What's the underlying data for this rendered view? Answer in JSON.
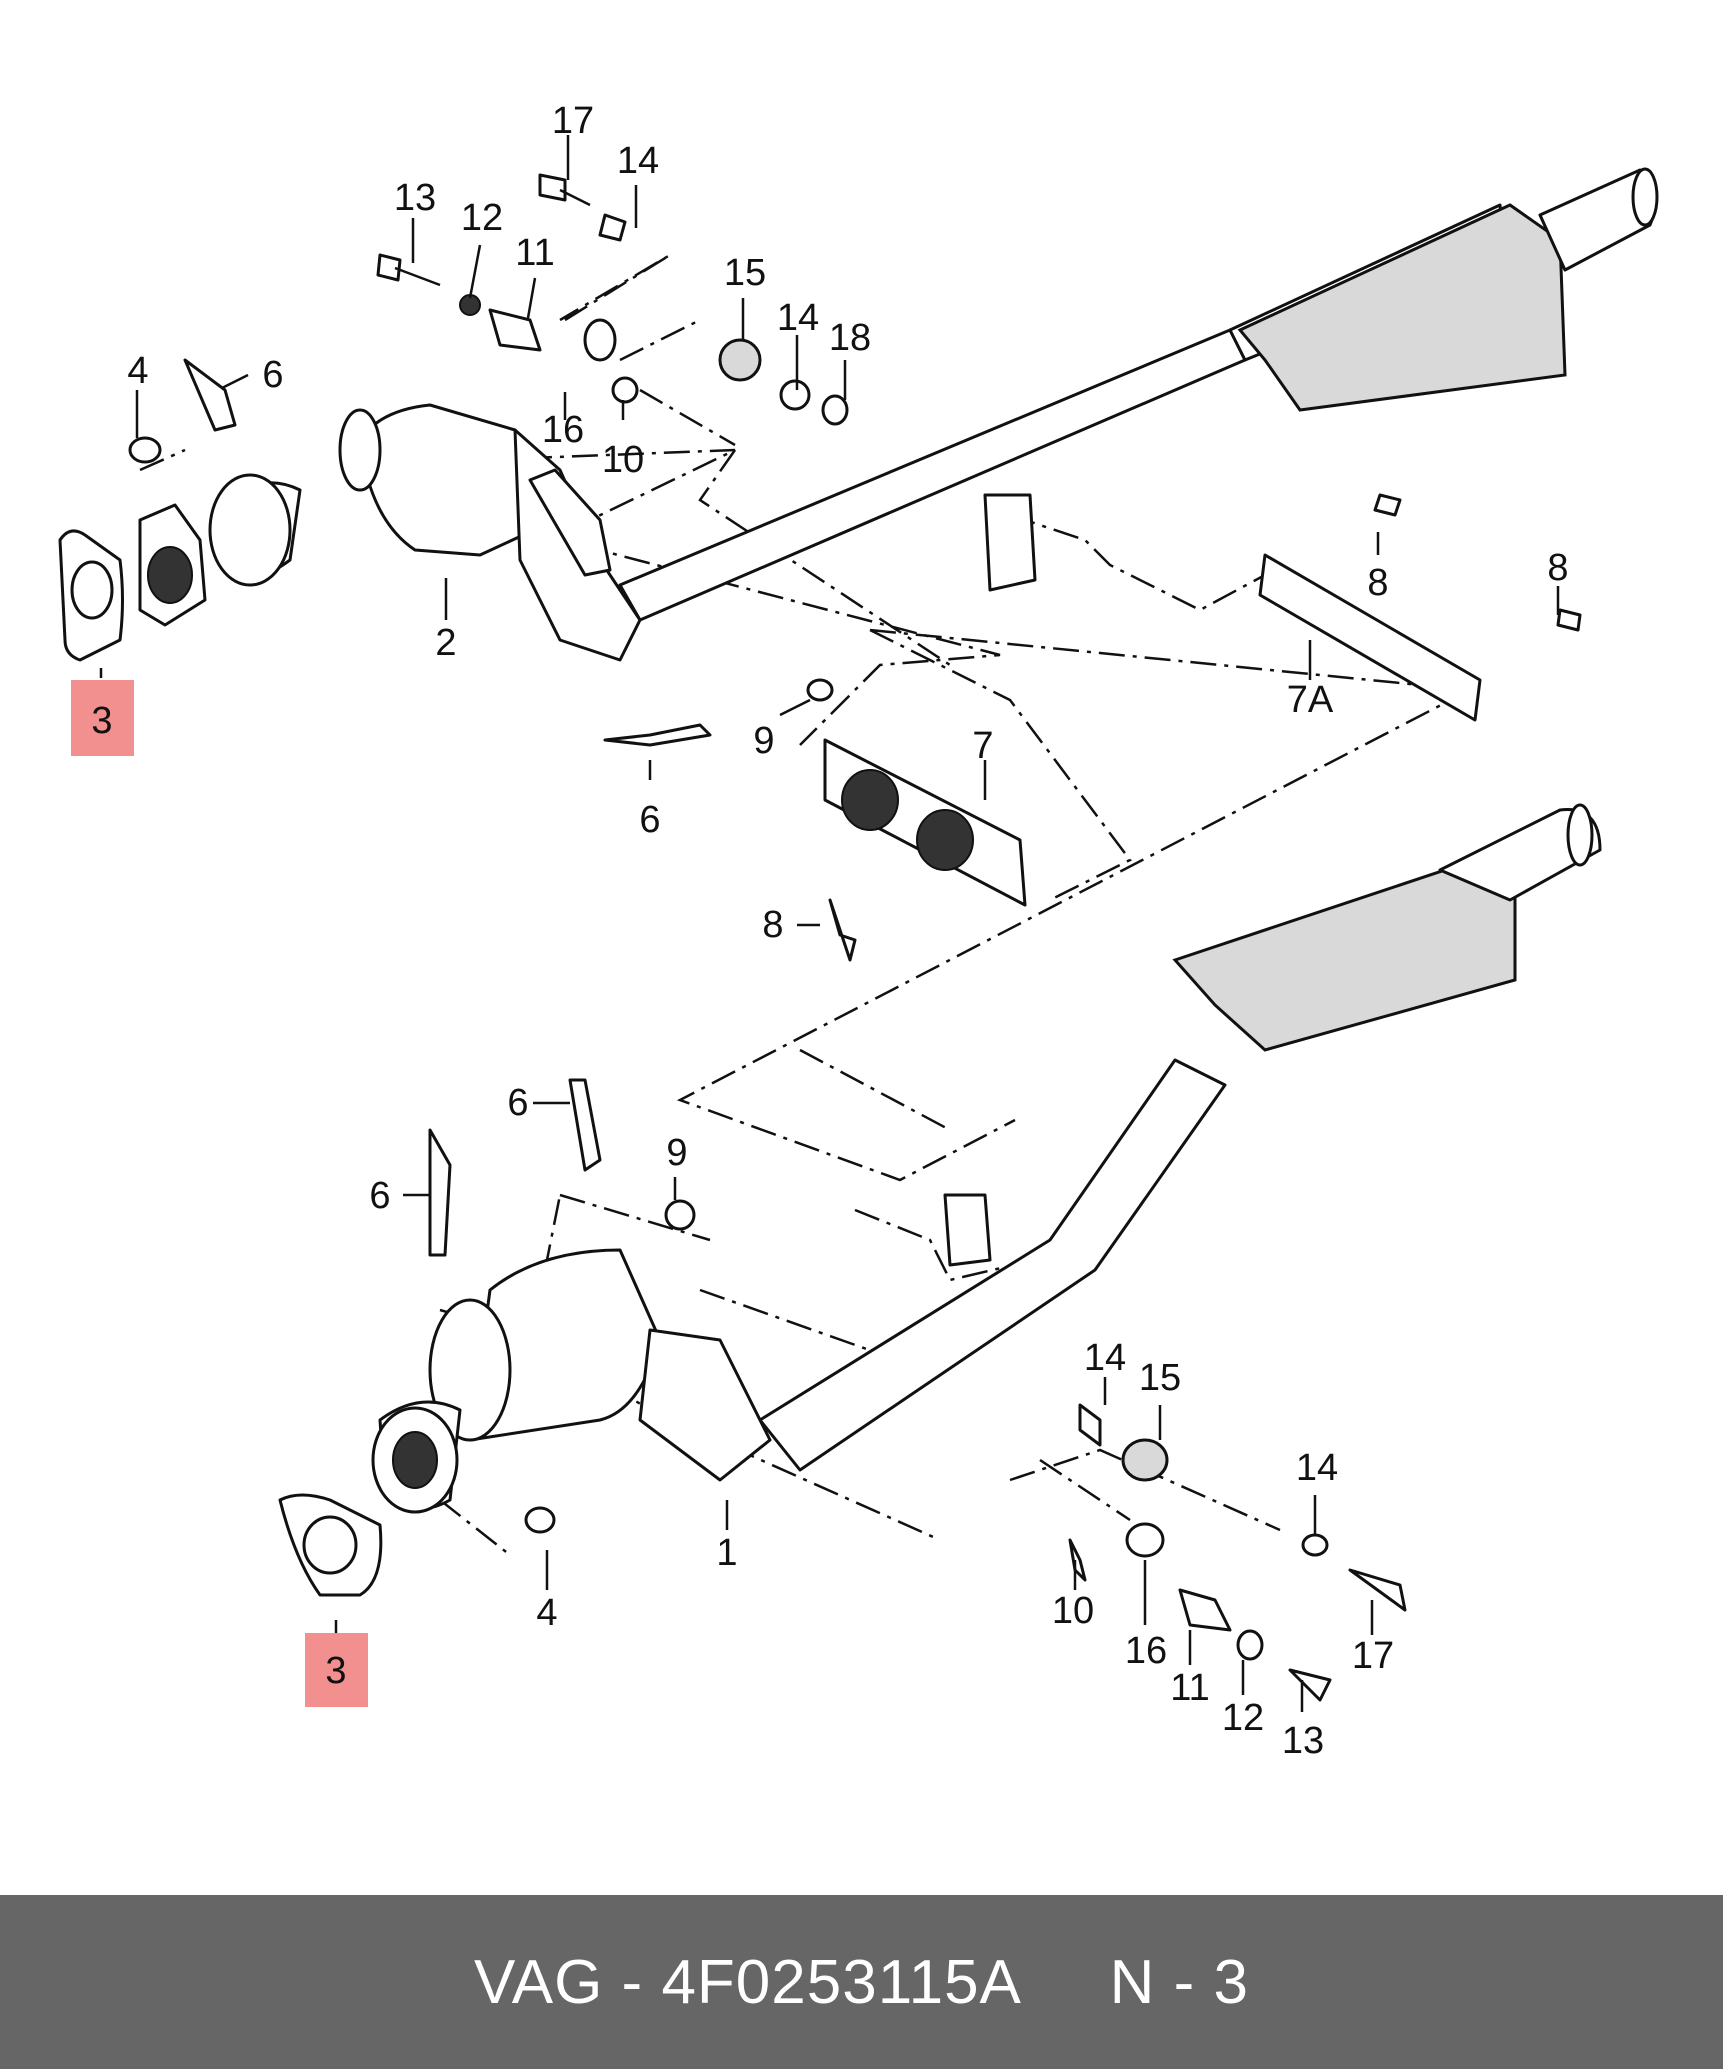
{
  "diagram": {
    "labels": {
      "top_17": "17",
      "top_14a": "14",
      "top_13": "13",
      "top_12": "12",
      "top_11": "11",
      "top_15": "15",
      "top_14b": "14",
      "top_18": "18",
      "top_4": "4",
      "top_6a": "6",
      "top_16": "16",
      "top_10": "10",
      "top_2": "2",
      "top_8a": "8",
      "top_8b": "8",
      "top_7a": "7A",
      "top_3": "3",
      "top_9": "9",
      "top_6b": "6",
      "top_7": "7",
      "mid_8": "8",
      "bot_6a": "6",
      "bot_9": "9",
      "bot_6b": "6",
      "bot_14a": "14",
      "bot_15": "15",
      "bot_14b": "14",
      "bot_1": "1",
      "bot_4": "4",
      "bot_10": "10",
      "bot_16": "16",
      "bot_11": "11",
      "bot_12": "12",
      "bot_13": "13",
      "bot_17": "17",
      "bot_3": "3"
    },
    "highlight_color": "#f28f8f"
  },
  "footer": {
    "brand": "VAG",
    "sep1": " - ",
    "part_number": "4F0253115A",
    "gap": "     ",
    "position_prefix": "N",
    "sep2": " - ",
    "position_number": "3"
  }
}
